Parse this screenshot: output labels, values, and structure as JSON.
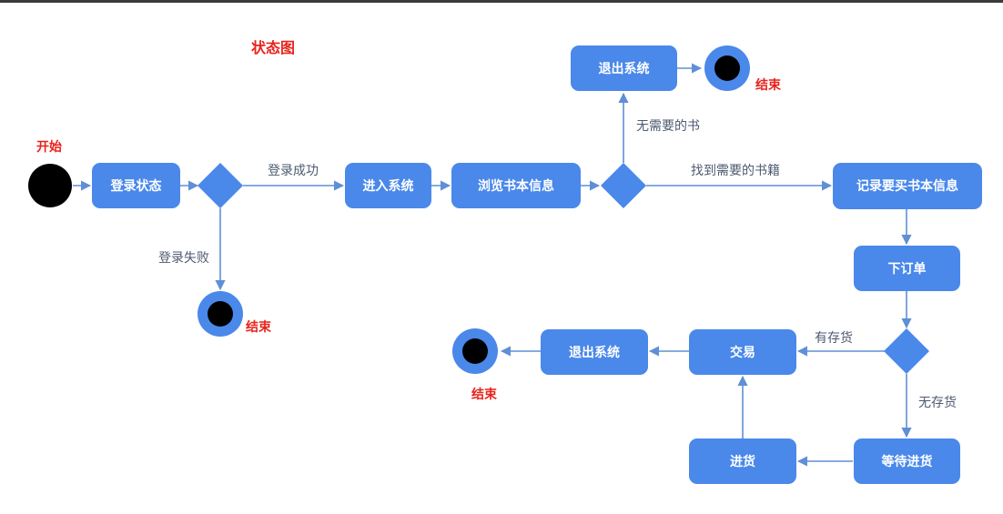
{
  "title": "状态图",
  "colors": {
    "node": "#4a88ea",
    "edge": "#5f8fd6",
    "accent": "#e8231c",
    "terminal": "#000000"
  },
  "start_label": "开始",
  "end_label": "结束",
  "nodes": {
    "login_state": "登录状态",
    "enter_system": "进入系统",
    "browse": "浏览书本信息",
    "exit_top": "退出系统",
    "record": "记录要买书本信息",
    "place_order": "下订单",
    "trade": "交易",
    "exit_bottom": "退出系统",
    "restock": "进货",
    "wait_restock": "等待进货"
  },
  "edges": {
    "login_success": "登录成功",
    "login_fail": "登录失败",
    "no_book": "无需要的书",
    "found_book": "找到需要的书籍",
    "in_stock": "有存货",
    "out_of_stock": "无存货"
  }
}
